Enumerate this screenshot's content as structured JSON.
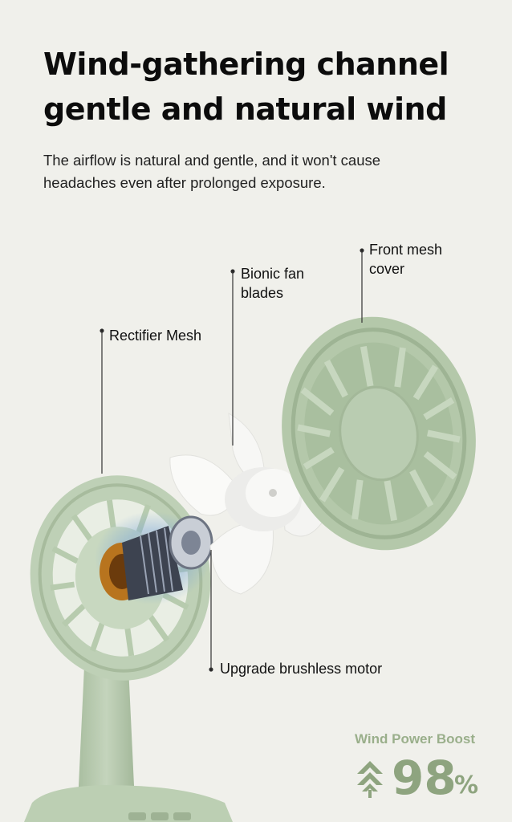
{
  "headline": {
    "line1": "Wind-gathering channel",
    "line2": "gentle and natural wind"
  },
  "subtitle": {
    "line1": "The airflow is natural and gentle, and it won't cause",
    "line2": "headaches even after prolonged exposure."
  },
  "callouts": {
    "front_mesh_line1": "Front mesh",
    "front_mesh_line2": "cover",
    "blades_line1": "Bionic fan",
    "blades_line2": "blades",
    "rectifier": "Rectifier Mesh",
    "motor": "Upgrade brushless motor"
  },
  "boost": {
    "title": "Wind Power Boost",
    "value": "98",
    "unit": "%"
  },
  "colors": {
    "background": "#f0f0eb",
    "fan_green": "#b9ccb1",
    "accent_green": "#8ea47f"
  }
}
